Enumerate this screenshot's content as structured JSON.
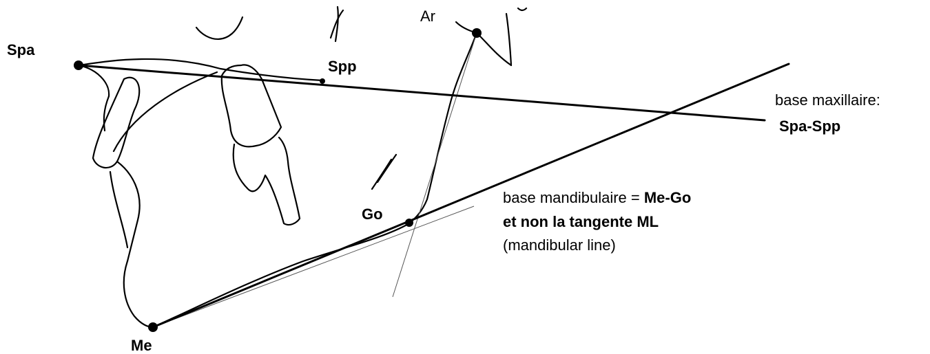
{
  "landmarks": {
    "spa": "Spa",
    "spp": "Spp",
    "ar": "Ar",
    "go": "Go",
    "me": "Me"
  },
  "annotations": {
    "maxillary": {
      "line1": "base maxillaire:",
      "line2": "Spa-Spp"
    },
    "mandibular": {
      "line1_regular": "base mandibulaire = ",
      "line1_bold": "Me-Go",
      "line2": "et non la tangente ML",
      "line3": "(mandibular line)"
    }
  }
}
